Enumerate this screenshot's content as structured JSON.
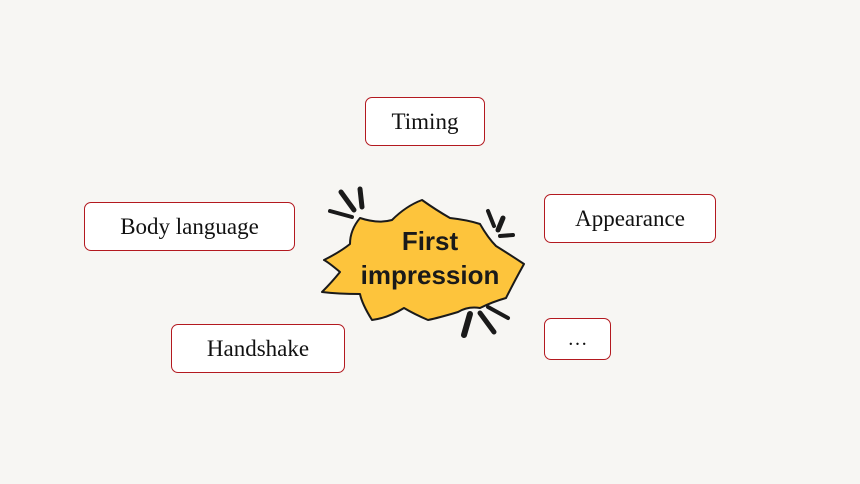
{
  "center": {
    "line1": "First",
    "line2": "impression"
  },
  "boxes": {
    "timing": "Timing",
    "body_language": "Body language",
    "appearance": "Appearance",
    "handshake": "Handshake",
    "more": "…"
  },
  "colors": {
    "box_border": "#b3191f",
    "burst_fill": "#fdc43c",
    "burst_stroke": "#1a1a1a"
  }
}
